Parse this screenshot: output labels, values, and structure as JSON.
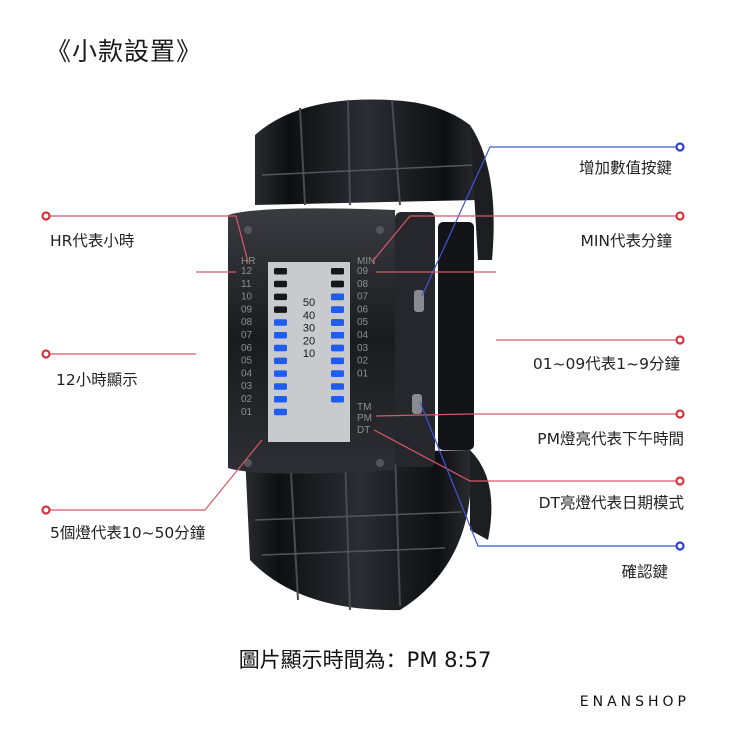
{
  "title": "《小款設置》",
  "labels": {
    "increase_button": "增加數值按鍵",
    "hr": "HR代表小時",
    "min": "MIN代表分鐘",
    "twelve_hour": "12小時顯示",
    "min_01_09": "01~09代表1~9分鐘",
    "pm": "PM燈亮代表下午時間",
    "dt": "DT亮燈代表日期模式",
    "five_lights": "5個燈代表10~50分鐘",
    "confirm_button": "確認鍵"
  },
  "watch": {
    "hr_label": "HR",
    "min_label": "MIN",
    "hour_scale": [
      "12",
      "11",
      "10",
      "09",
      "08",
      "07",
      "06",
      "05",
      "04",
      "03",
      "02",
      "01"
    ],
    "min_scale": [
      "09",
      "08",
      "07",
      "06",
      "05",
      "04",
      "03",
      "02",
      "01"
    ],
    "tm_label": "TM",
    "pm_label": "PM",
    "dt_label": "DT",
    "tens_scale": [
      "50",
      "40",
      "30",
      "20",
      "10"
    ],
    "lit_hour_leds": 8,
    "lit_tens_leds": 5,
    "lit_min_leds": 7
  },
  "caption": "圖片顯示時間為：PM 8:57",
  "brand": "ENANSHOP",
  "colors": {
    "led_blue": "#1f5cf0",
    "dot_red": "#d2343a",
    "dot_blue": "#2c3fd0",
    "line_red": "#d8586a",
    "line_blue": "#3d55d4",
    "watch_body": "#1b1c20"
  }
}
